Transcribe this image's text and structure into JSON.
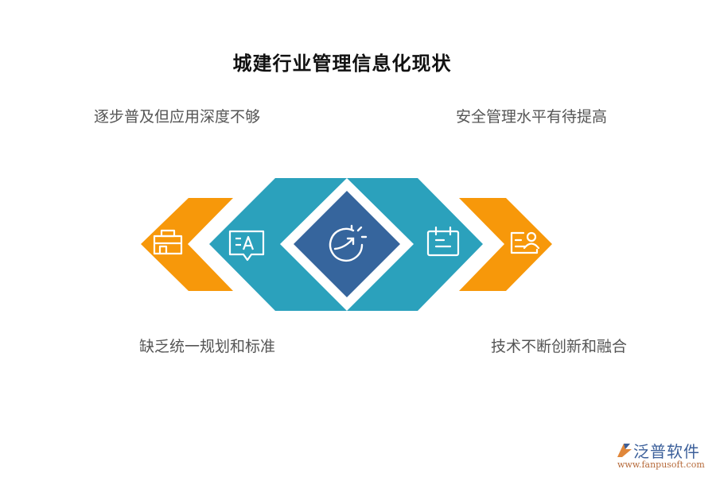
{
  "title": "城建行业管理信息化现状",
  "labels": {
    "top_left": "逐步普及但应用深度不够",
    "top_right": "安全管理水平有待提高",
    "bottom_left": "缺乏统一规划和标准",
    "bottom_right": "技术不断创新和融合"
  },
  "segments": [
    {
      "id": "left-orange",
      "icon": "toolbox-icon",
      "color": "#F7980A"
    },
    {
      "id": "left-teal",
      "icon": "translate-chat-icon",
      "color": "#2BA1BC"
    },
    {
      "id": "center",
      "icon": "growth-target-icon",
      "color": "#36659D"
    },
    {
      "id": "right-teal",
      "icon": "calendar-icon",
      "color": "#2BA1BC"
    },
    {
      "id": "right-orange",
      "icon": "profile-card-icon",
      "color": "#F7980A"
    }
  ],
  "colors": {
    "orange": "#F7980A",
    "teal": "#2BA1BC",
    "blue": "#36659D",
    "title": "#111111",
    "label": "#555555"
  },
  "logo": {
    "name": "泛普软件",
    "url": "www.fanpusoft.com"
  }
}
